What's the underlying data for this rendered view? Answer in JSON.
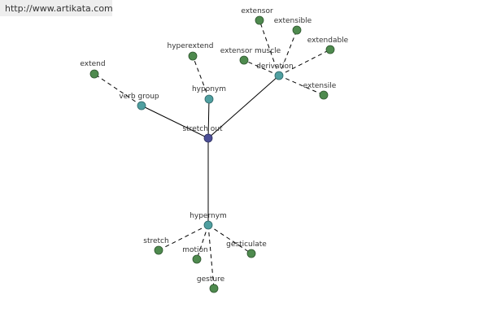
{
  "header": {
    "url": "http://www.artikata.com"
  },
  "colors": {
    "center": "#4b4e96",
    "relation": "#4f9fa0",
    "leaf": "#4e8a4e",
    "edge": "#000000"
  },
  "graph": {
    "center": {
      "label": "stretch out"
    },
    "relations": [
      {
        "key": "hyponym",
        "label": "hyponym"
      },
      {
        "key": "verb_group",
        "label": "verb group"
      },
      {
        "key": "derivation",
        "label": "derivation"
      },
      {
        "key": "hypernym",
        "label": "hypernym"
      }
    ],
    "leaves": [
      {
        "label": "hyperextend",
        "relation": "hyponym"
      },
      {
        "label": "extend",
        "relation": "verb_group"
      },
      {
        "label": "extensor",
        "relation": "derivation"
      },
      {
        "label": "extensible",
        "relation": "derivation"
      },
      {
        "label": "extendable",
        "relation": "derivation"
      },
      {
        "label": "extensor muscle",
        "relation": "derivation"
      },
      {
        "label": "extensile",
        "relation": "derivation"
      },
      {
        "label": "stretch",
        "relation": "hypernym"
      },
      {
        "label": "motion",
        "relation": "hypernym"
      },
      {
        "label": "gesticulate",
        "relation": "hypernym"
      },
      {
        "label": "gesture",
        "relation": "hypernym"
      }
    ]
  }
}
